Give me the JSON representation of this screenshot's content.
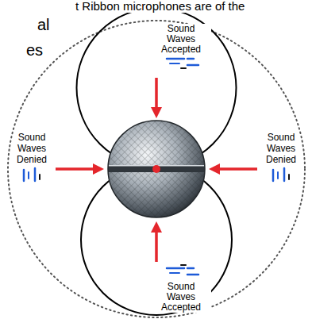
{
  "diagram": {
    "nodes": [
      {
        "text": [
          "Sound Waves Accepted"
        ]
      },
      {
        "text": [
          "Sound Waves Accepted"
        ]
      }
    ],
    "labels": [
      "t Ribbon microphones are of the",
      "al",
      "es",
      "Sound Waves Denied",
      "Sound Waves Denied"
    ]
  }
}
